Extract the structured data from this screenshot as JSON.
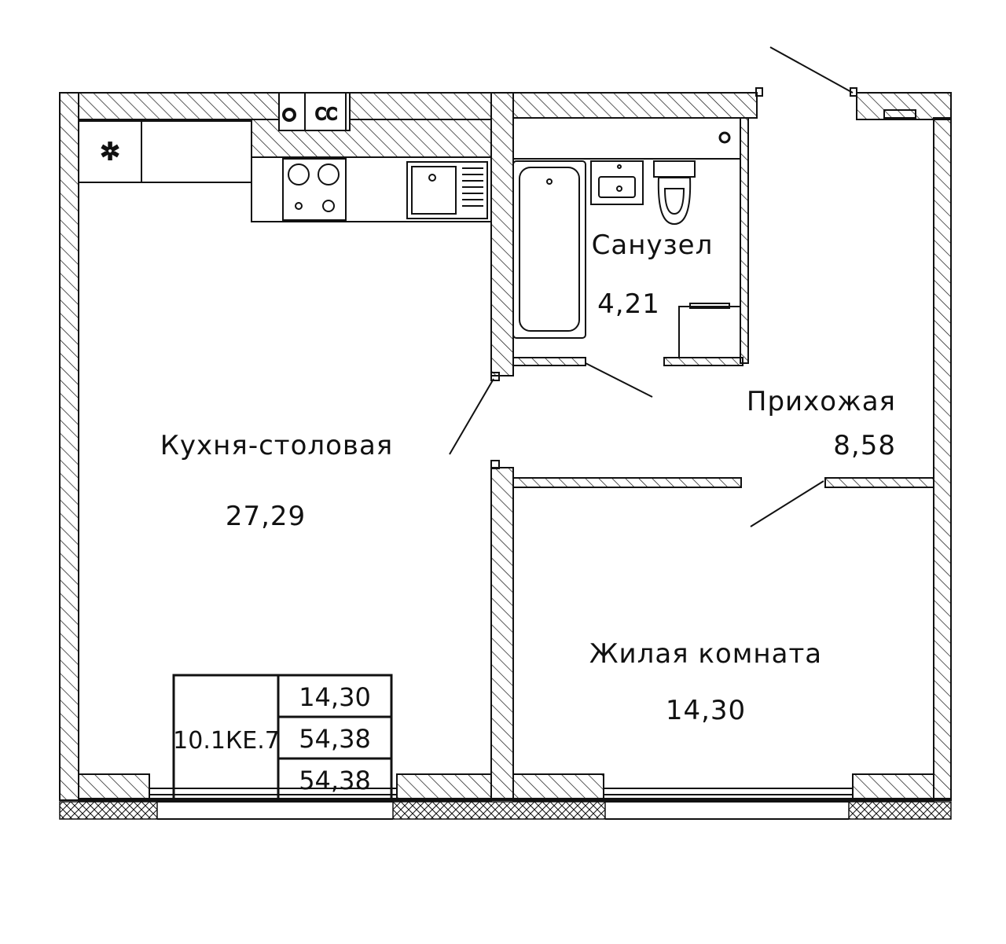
{
  "plan": {
    "rooms": [
      {
        "id": "kitchen",
        "name": "Кухня-столовая",
        "area": "27,29"
      },
      {
        "id": "bathroom",
        "name": "Санузел",
        "area": "4,21"
      },
      {
        "id": "hallway",
        "name": "Прихожая",
        "area": "8,58"
      },
      {
        "id": "living",
        "name": "Жилая комната",
        "area": "14,30"
      }
    ],
    "shaft_label": "СС",
    "summary": {
      "code": "10.1КЕ.7",
      "living_area": "14,30",
      "total_area": "54,38",
      "total_area_with_balcony": "54,38"
    }
  },
  "colors": {
    "line": "#111111",
    "background": "#ffffff"
  }
}
